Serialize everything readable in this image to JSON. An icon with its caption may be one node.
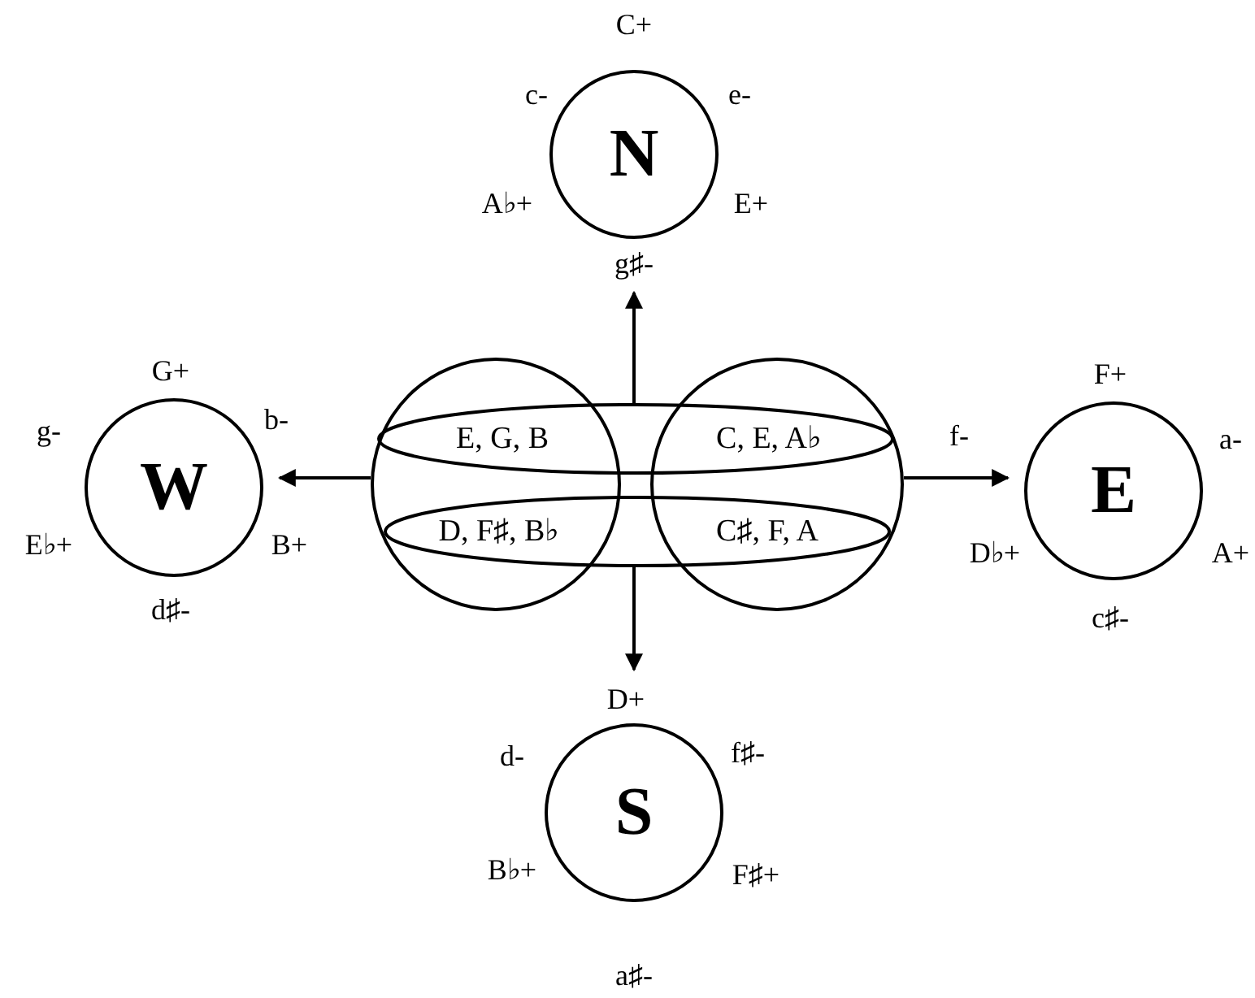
{
  "diagram": {
    "nodes": [
      {
        "text": [
          "N"
        ],
        "beside": [
          "C+",
          "c-",
          "e-",
          "A♭+",
          "E+",
          "g♯-"
        ]
      },
      {
        "text": [],
        "shape": "circle"
      },
      {
        "text": [],
        "shape": "circle"
      },
      {
        "text": [
          "E, G, B",
          "C, E, A♭"
        ]
      },
      {
        "text": [
          "D, F♯, B♭",
          "C♯, F, A"
        ]
      },
      {
        "text": [
          "W"
        ],
        "beside": [
          "G+",
          "g-",
          "b-",
          "E♭+",
          "B+",
          "d♯-"
        ]
      },
      {
        "text": [
          "E"
        ],
        "beside": [
          "F+",
          "f-",
          "a-",
          "D♭+",
          "A+",
          "c♯-"
        ]
      },
      {
        "text": [
          "S"
        ],
        "beside": [
          "D+",
          "d-",
          "f♯-",
          "B♭+",
          "F♯+",
          "a♯-"
        ]
      }
    ],
    "edges": [
      {
        "from": 3,
        "to": 0,
        "arrow": "to"
      },
      {
        "from": 1,
        "to": 5,
        "arrow": "to"
      },
      {
        "from": 2,
        "to": 6,
        "arrow": "to"
      },
      {
        "from": 4,
        "to": 7,
        "arrow": "to"
      }
    ]
  }
}
